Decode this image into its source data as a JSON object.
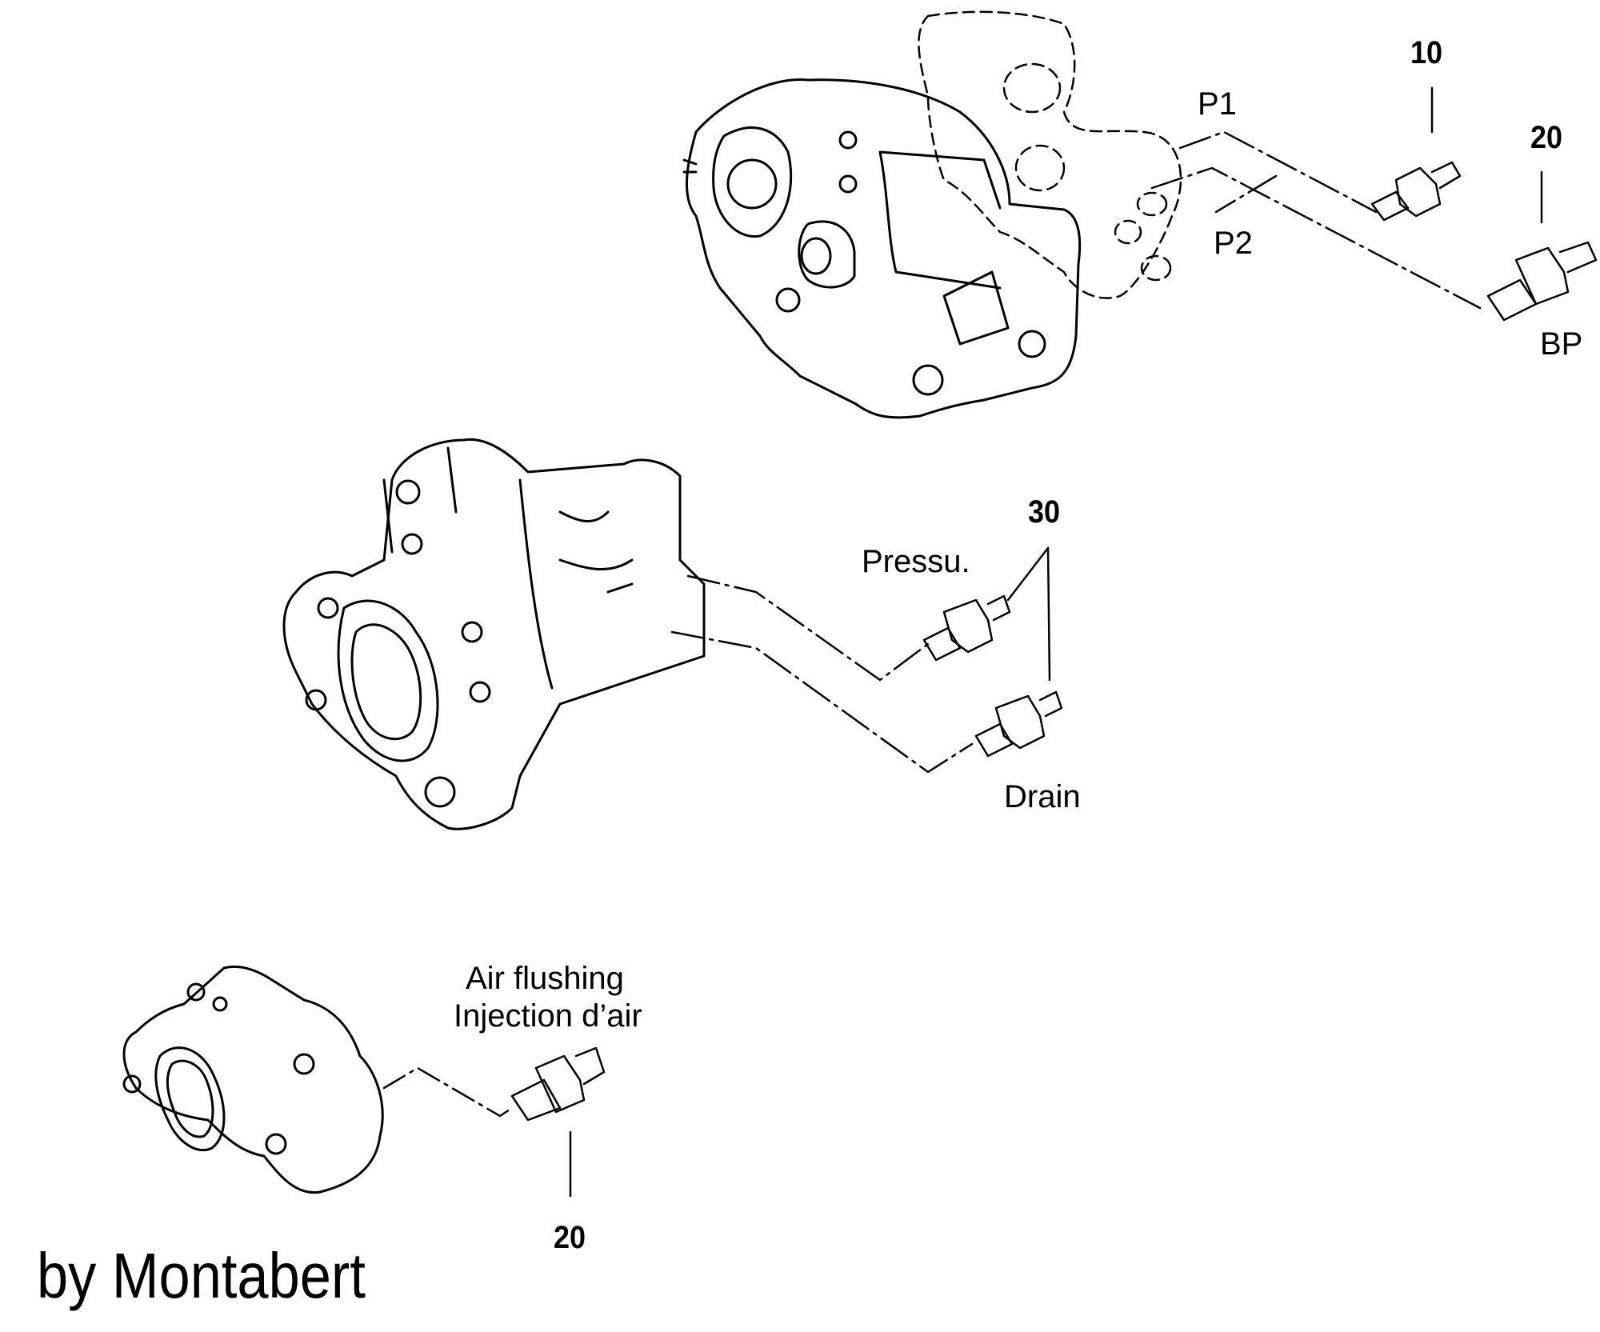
{
  "title": "Exploded parts diagram - pressure test fittings",
  "callouts": {
    "item10": "10",
    "item20_top": "20",
    "item30": "30",
    "item20_bottom": "20"
  },
  "port_labels": {
    "p1": "P1",
    "p2": "P2",
    "bp": "BP",
    "pressure": "Pressu.",
    "drain": "Drain",
    "air_flushing": "Air flushing",
    "air_injection": "Injection d’air"
  },
  "credit": "by Montabert"
}
